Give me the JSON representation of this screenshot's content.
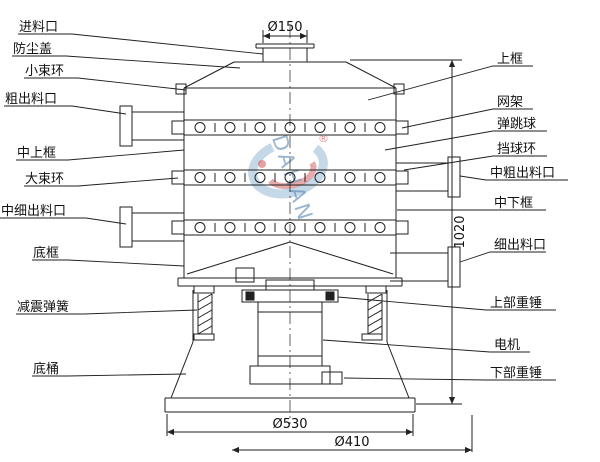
{
  "page": {
    "background": "#ffffff",
    "line_color": "#1f1f1f"
  },
  "diagram": {
    "labels_left": [
      {
        "text": "进料口"
      },
      {
        "text": "防尘盖"
      },
      {
        "text": "小束环"
      },
      {
        "text": "粗出料口"
      },
      {
        "text": "中上框"
      },
      {
        "text": "大束环"
      },
      {
        "text": "中细出料口"
      },
      {
        "text": "底框"
      },
      {
        "text": "减震弹簧"
      },
      {
        "text": "底桶"
      }
    ],
    "labels_right": [
      {
        "text": "上框"
      },
      {
        "text": "网架"
      },
      {
        "text": "弹跳球"
      },
      {
        "text": "挡球环"
      },
      {
        "text": "中粗出料口"
      },
      {
        "text": "中下框"
      },
      {
        "text": "细出料口"
      },
      {
        "text": "上部重锤"
      },
      {
        "text": "电机"
      },
      {
        "text": "下部重锤"
      }
    ],
    "dimensions": {
      "inlet_diameter": "Ø150",
      "total_height": "1020",
      "base_diameter": "Ø530",
      "bottom_diameter": "Ø410"
    },
    "watermark": {
      "brand": "DAHAN",
      "registered": "®",
      "blue": "#7fa8cc",
      "red": "#cc4444",
      "text_color": "#4a7aaa"
    }
  }
}
